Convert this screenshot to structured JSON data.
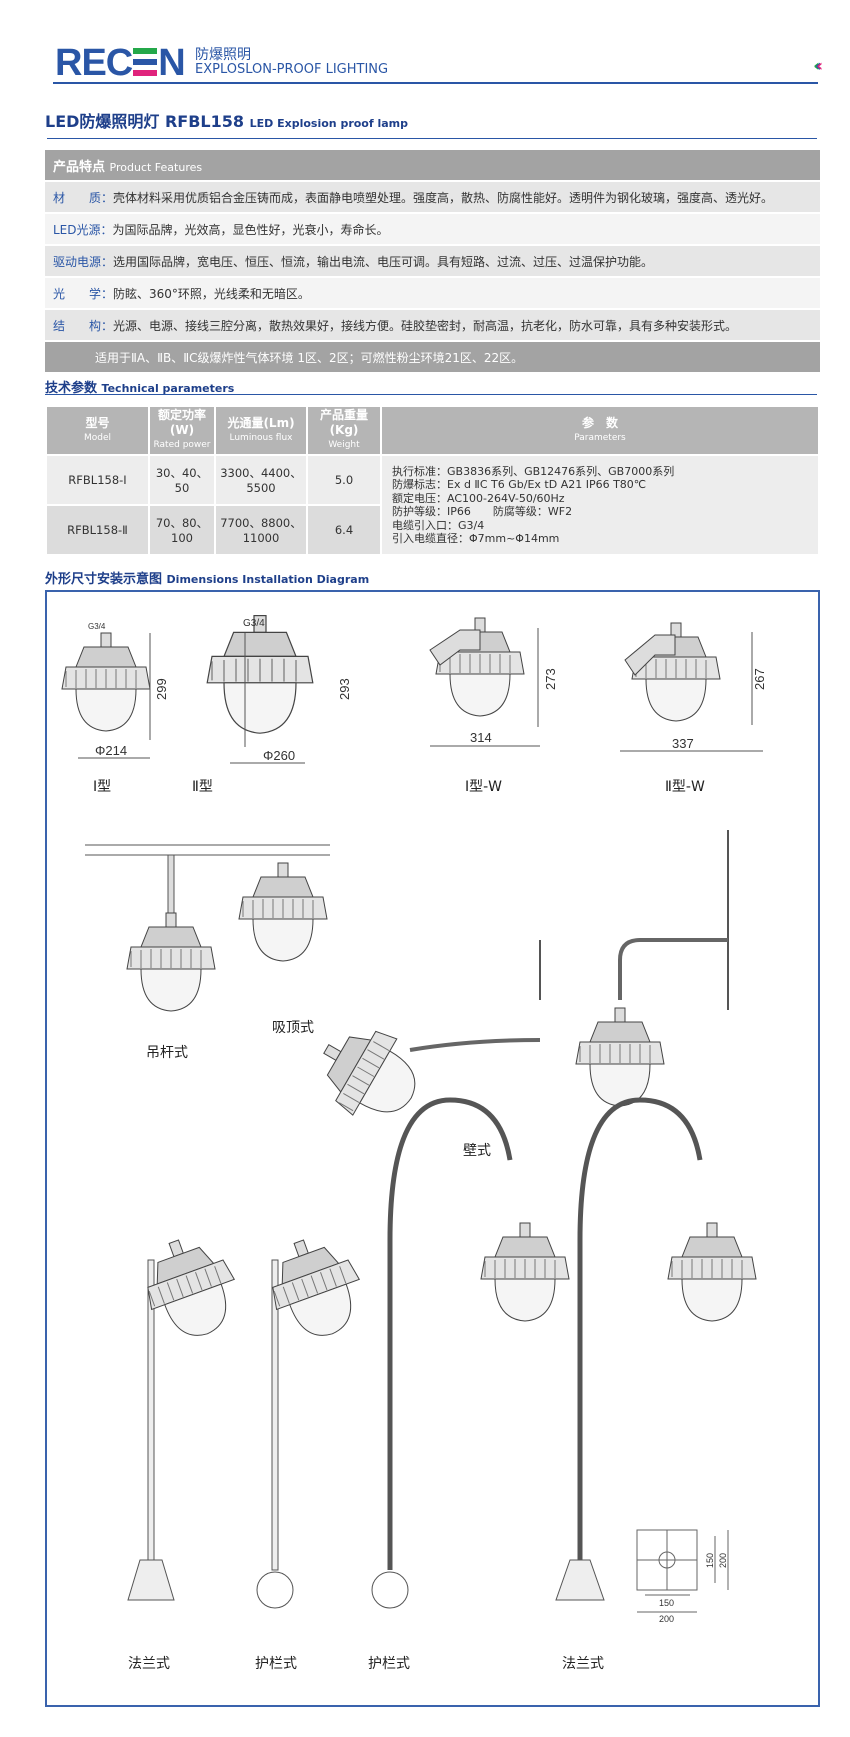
{
  "header": {
    "logo": "RECEN",
    "brand_cn": "防爆照明",
    "brand_en": "EXPLOSLON-PROOF LIGHTING",
    "chevron_colors": [
      "#24a84a",
      "#2a56a6",
      "#e0237c"
    ]
  },
  "title": {
    "cn": "LED防爆照明灯 RFBL158",
    "en": "LED Explosion proof lamp"
  },
  "features": {
    "header_cn": "产品特点",
    "header_en": "Product Features",
    "rows": [
      {
        "key": "材　　质：",
        "value": "壳体材料采用优质铝合金压铸而成，表面静电喷塑处理。强度高，散热、防腐性能好。透明件为钢化玻璃，强度高、透光好。"
      },
      {
        "key": "LED光源：",
        "value": "为国际品牌，光效高，显色性好，光衰小，寿命长。"
      },
      {
        "key": "驱动电源：",
        "value": "选用国际品牌，宽电压、恒压、恒流，输出电流、电压可调。具有短路、过流、过压、过温保护功能。"
      },
      {
        "key": "光　　学：",
        "value": "防眩、360°环照，光线柔和无暗区。"
      },
      {
        "key": "结　　构：",
        "value": "光源、电源、接线三腔分离，散热效果好，接线方便。硅胶垫密封，耐高温，抗老化，防水可靠，具有多种安装形式。"
      }
    ],
    "footer": "适用于ⅡA、ⅡB、ⅡC级爆炸性气体环境 1区、2区；可燃性粉尘环境21区、22区。"
  },
  "tech": {
    "title_cn": "技术参数",
    "title_en": "Technical parameters",
    "headers": [
      {
        "cn": "型号",
        "en": "Model"
      },
      {
        "cn": "额定功率(W)",
        "en": "Rated power"
      },
      {
        "cn": "光通量(Lm)",
        "en": "Luminous flux"
      },
      {
        "cn": "产品重量(Kg)",
        "en": "Weight"
      },
      {
        "cn": "参　数",
        "en": "Parameters"
      }
    ],
    "rows": [
      [
        "RFBL158-Ⅰ",
        "30、40、50",
        "3300、4400、5500",
        "5.0"
      ],
      [
        "RFBL158-Ⅱ",
        "70、80、100",
        "7700、8800、11000",
        "6.4"
      ]
    ],
    "params": [
      "执行标准：GB3836系列、GB12476系列、GB7000系列",
      "防爆标志：Ex d ⅡC T6 Gb/Ex tD A21 IP66 T80℃",
      "额定电压：AC100-264V-50/60Hz",
      "防护等级：IP66　　防腐等级：WF2",
      "电缆引入口：G3/4",
      "引入电缆直径：Φ7mm~Φ14mm"
    ]
  },
  "diagram": {
    "title_cn": "外形尺寸安装示意图",
    "title_en": "Dimensions Installation Diagram",
    "types": [
      {
        "label": "Ⅰ型",
        "height": "299",
        "width": "Φ214",
        "thread": "G3/4"
      },
      {
        "label": "Ⅱ型",
        "height": "293",
        "width": "Φ260",
        "thread": "G3/4"
      },
      {
        "label": "Ⅰ型-W",
        "height": "273",
        "width": "314"
      },
      {
        "label": "Ⅱ型-W",
        "height": "267",
        "width": "337"
      }
    ],
    "mounts": [
      "吊杆式",
      "吸顶式",
      "壁式",
      "法兰式",
      "护栏式",
      "护栏式",
      "法兰式"
    ],
    "flange": {
      "inner": "150",
      "outer": "200",
      "inner_v": "150",
      "outer_v": "200"
    }
  }
}
